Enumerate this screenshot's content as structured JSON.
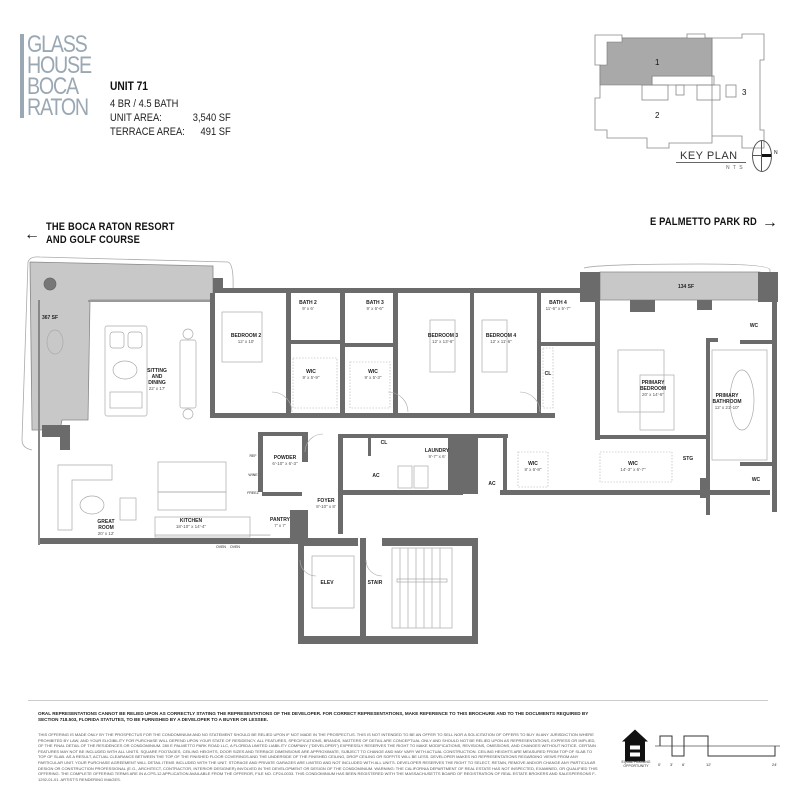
{
  "brand": {
    "logo_lines": [
      "GLASS",
      "HOUSE",
      "BOCA",
      "RATON"
    ],
    "logo_color": "#9aa8b4"
  },
  "unit": {
    "title": "UNIT 71",
    "beds_baths": "4 BR / 4.5 BATH",
    "unit_area_label": "UNIT AREA:",
    "unit_area_value": "3,540 SF",
    "terrace_area_label": "TERRACE AREA:",
    "terrace_area_value": "491 SF"
  },
  "key_plan": {
    "label": "KEY PLAN",
    "scale_note": "N T S",
    "compass_letter": "N",
    "sections": [
      {
        "number": "1",
        "highlighted": true
      },
      {
        "number": "2",
        "highlighted": false
      },
      {
        "number": "3",
        "highlighted": false
      }
    ],
    "highlight_color": "#a9a9a9"
  },
  "directions": {
    "left_line1": "THE BOCA RATON RESORT",
    "left_line2": "AND GOLF COURSE",
    "left_arrow": "←",
    "right_label": "E PALMETTO PARK RD",
    "right_arrow": "→"
  },
  "rooms": [
    {
      "name": "367 SF",
      "dim": ""
    },
    {
      "name": "SITTING AND DINING",
      "dim": "22' x 17'"
    },
    {
      "name": "BEDROOM 2",
      "dim": "12' x 10'"
    },
    {
      "name": "BATH 2",
      "dim": "9' x 6'"
    },
    {
      "name": "BATH 3",
      "dim": "9' x 6'-6\""
    },
    {
      "name": "WIC",
      "dim": "9' x 5'-9\""
    },
    {
      "name": "WIC",
      "dim": "9' x 5'-3\""
    },
    {
      "name": "BEDROOM 3",
      "dim": "12' x 13'-6\""
    },
    {
      "name": "BEDROOM 4",
      "dim": "12' x 11'-6\""
    },
    {
      "name": "BATH 4",
      "dim": "11'-6\" x 5'-7\""
    },
    {
      "name": "CL",
      "dim": ""
    },
    {
      "name": "134 SF",
      "dim": ""
    },
    {
      "name": "PRIMARY BEDROOM",
      "dim": "20' x 14'-6\""
    },
    {
      "name": "WC",
      "dim": ""
    },
    {
      "name": "PRIMARY BATHROOM",
      "dim": "12' x 21'-10\""
    },
    {
      "name": "WC",
      "dim": ""
    },
    {
      "name": "POWDER",
      "dim": "6'-10\" x 6'-3\""
    },
    {
      "name": "CL",
      "dim": ""
    },
    {
      "name": "AC",
      "dim": ""
    },
    {
      "name": "LAUNDRY",
      "dim": "9'-7\" x 6'"
    },
    {
      "name": "AC",
      "dim": ""
    },
    {
      "name": "WIC",
      "dim": "8' x 6'-8\""
    },
    {
      "name": "WIC",
      "dim": "14'-3\" x 6'-7\""
    },
    {
      "name": "STG",
      "dim": ""
    },
    {
      "name": "FOYER",
      "dim": "8'-10\" x 8'"
    },
    {
      "name": "PANTRY",
      "dim": "7' x 7'"
    },
    {
      "name": "KITCHEN",
      "dim": "18'-10\" x 14'-4\""
    },
    {
      "name": "GREAT ROOM",
      "dim": "20' x 12'"
    },
    {
      "name": "ELEV",
      "dim": ""
    },
    {
      "name": "STAIR",
      "dim": ""
    }
  ],
  "appliances": {
    "ref": "REF",
    "wine": "WINE",
    "freezer": "FREEZ",
    "oven1": "OVEN",
    "oven2": "OVEN"
  },
  "disclaimer": {
    "bold": "ORAL REPRESENTATIONS CANNOT BE RELIED UPON AS CORRECTLY STATING THE REPRESENTATIONS OF THE DEVELOPER. FOR CORRECT REPRESENTATIONS, MAKE REFERENCE TO THIS BROCHURE AND TO THE DOCUMENTS REQUIRED BY SECTION 718.503, FLORIDA STATUTES, TO BE FURNISHED BY A DEVELOPER TO A BUYER OR LESSEE.",
    "body": "THIS OFFERING IS MADE ONLY BY THE PROSPECTUS FOR THE CONDOMINIUM AND NO STATEMENT SHOULD BE RELIED UPON IF NOT MADE IN THE PROSPECTUS. THIS IS NOT INTENDED TO BE AN OFFER TO SELL NOR A SOLICITATION OF OFFERS TO BUY IN ANY JURISDICTION WHERE PROHIBITED BY LAW, AND YOUR ELIGIBILITY FOR PURCHASE WILL DEPEND UPON YOUR STATE OF RESIDENCY. ALL FEATURES, SPECIFICATIONS, BRANDS, MATTERS OF DETAIL ARE CONCEPTUAL ONLY AND SHOULD NOT BE RELIED UPON AS REPRESENTATIONS, EXPRESS OR IMPLIED, OF THE FINAL DETAIL OF THE RESIDENCES OR CONDOMINIUM. 280 E PALMETTO PARK ROAD LLC, A FLORIDA LIMITED LIABILITY COMPANY (\"DEVELOPER\") EXPRESSLY RESERVES THE RIGHT TO MAKE MODIFICATIONS, REVISIONS, OMISSIONS, AND CHANGES WITHOUT NOTICE. CERTAIN FEATURES MAY NOT BE INCLUDED WITH ALL UNITS. SQUARE FOOTAGES, CEILING HEIGHTS, DOOR SIZES AND TERRACE DIMENSIONS ARE APPROXIMATE, SUBJECT TO CHANGE AND MAY VARY WITH ACTUAL CONSTRUCTION. CEILING HEIGHTS ARE MEASURED FROM TOP OF SLAB TO TOP OF SLAB. AS A RESULT, ACTUAL CLEARANCE BETWEEN THE TOP OF THE FINISHED FLOOR COVERINGS AND THE UNDERSIDE OF THE FINISHED CEILING, DROP CEILING OR SOFFITS WILL BE LESS. DEVELOPER MAKES NO REPRESENTATIONS REGARDING VIEWS FROM ANY PARTICULAR UNIT. YOUR PURCHASE AGREEMENT WILL DETAIL ITEMS INCLUDED WITH THE UNIT. STORAGE AND PRIVATE GARAGES ARE LIMITED AND NOT INCLUDED WITH ALL UNITS. DEVELOPER RESERVES THE RIGHT TO SELECT, RETAIN, REMOVE AND/OR CHANGE ANY PARTICULAR DESIGN OR CONSTRUCTION PROFESSIONAL (E.G., ARCHITECT, CONTRACTOR, INTERIOR DESIGNER) INVOLVED IN THE DEVELOPMENT OR DESIGN OF THE CONDOMINIUM. WARNING: THE CALIFORNIA DEPARTMENT OF REAL ESTATE HAS NOT INSPECTED, EXAMINED, OR QUALIFIED THIS OFFERING. THE COMPLETE OFFERING TERMS ARE IN A CPS-12 APPLICATION AVAILABLE FROM THE OFFEROR, FILE NO. CP24-0033. THIS CONDOMINIUM HAS BEEN REGISTERED WITH THE MASSACHUSETTS BOARD OF REGISTRATION OF REAL ESTATE BROKERS AND SALESPERSONS F-1292-01-01. ARTIST'S RENDERING IMAGES."
  },
  "equal_housing": {
    "label": "EQUAL HOUSING OPPORTUNITY"
  },
  "scale_bar": {
    "ticks": [
      "0'",
      "3'",
      "6'",
      "12'",
      "24'"
    ]
  },
  "colors": {
    "wall": "#6b6b6b",
    "terrace": "#c8c8c8",
    "line": "#999999"
  }
}
